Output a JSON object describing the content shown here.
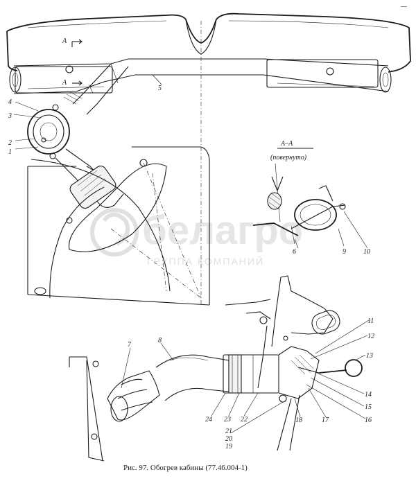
{
  "caption": "Рис. 97. Обогрев кабины (77.46.004-1)",
  "corner_mark": "—",
  "section_view": {
    "arrow_label": "А",
    "title": "А–А",
    "subtitle": "(повернуто)"
  },
  "callouts": [
    "1",
    "2",
    "3",
    "4",
    "5",
    "6",
    "7",
    "8",
    "9",
    "10",
    "11",
    "12",
    "13",
    "14",
    "15",
    "16",
    "17",
    "18",
    "19",
    "20",
    "21",
    "22",
    "23",
    "24"
  ],
  "watermark": {
    "brand": "белагро",
    "tagline": "ГРУППА КОМПАНИЙ"
  },
  "colors": {
    "ink": "#1a1a1a",
    "paper": "#ffffff",
    "watermark": "#c8c8c8"
  }
}
